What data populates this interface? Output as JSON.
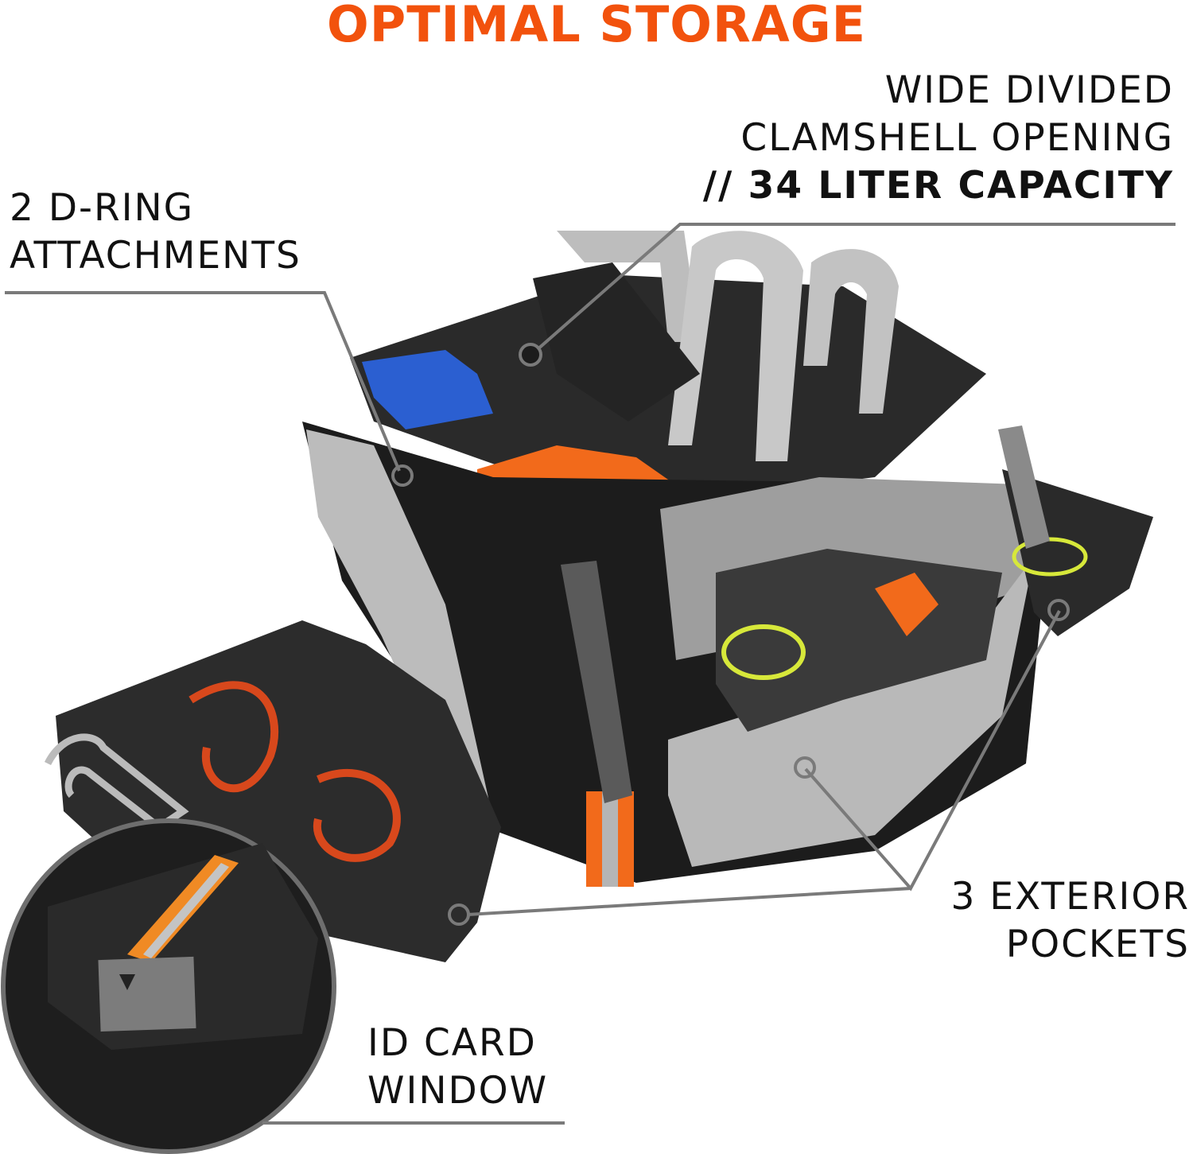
{
  "heading": {
    "title": "OPTIMAL STORAGE",
    "color": "#f2520d"
  },
  "callouts": {
    "clamshell": {
      "line1": "WIDE DIVIDED",
      "line2": "CLAMSHELL OPENING",
      "line3": "// 34 LITER CAPACITY"
    },
    "d_ring": {
      "line1": "2 D-RING",
      "line2": "ATTACHMENTS"
    },
    "pockets": {
      "line1": "3 EXTERIOR",
      "line2": "POCKETS"
    },
    "id_card": {
      "line1": "ID CARD",
      "line2": "WINDOW"
    }
  },
  "colors": {
    "leader_line": "#7a7a7a",
    "bag_body": "#1c1c1c",
    "bag_panel": "#b9b9b9",
    "accent_orange": "#f26a1b",
    "accent_blue": "#2b5fd1",
    "accent_yellow": "#d7e83a"
  },
  "product": {
    "description": "Black tool bag with open clamshell top, gray webbing handles, side mesh pockets and front pocket"
  },
  "inset": {
    "description": "Circular close-up of ID card window with reflective orange strip"
  }
}
